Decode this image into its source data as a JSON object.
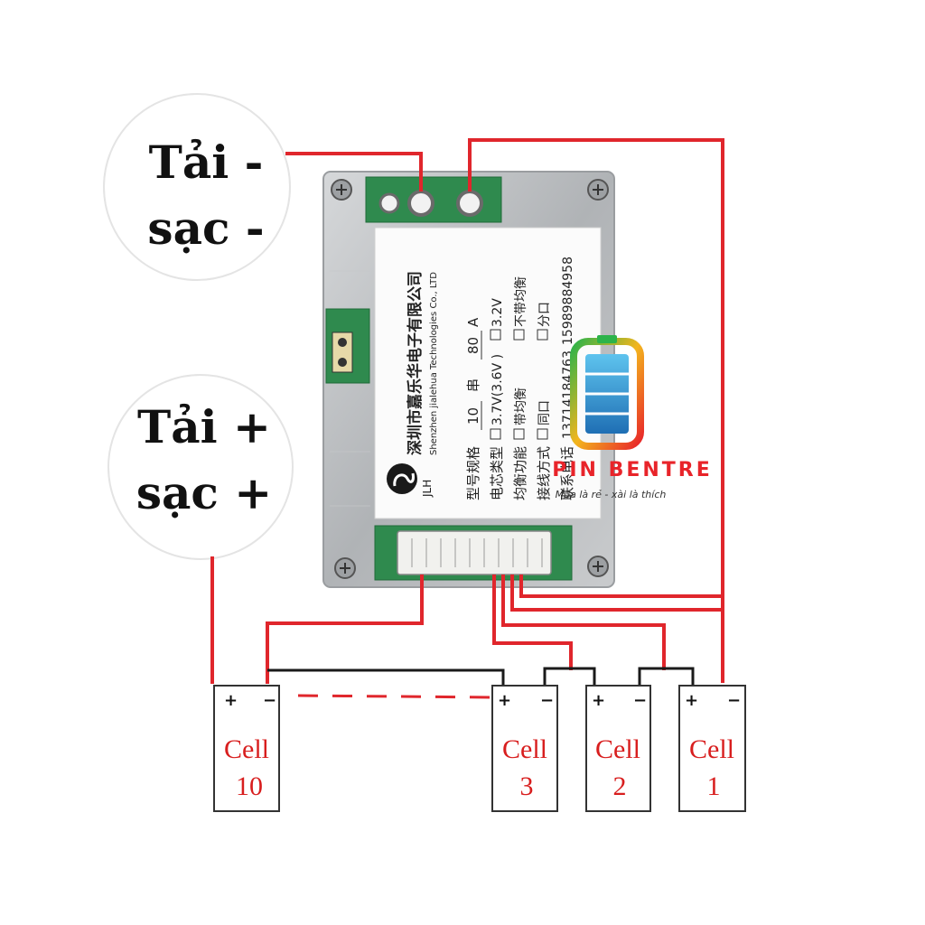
{
  "circles": {
    "negative": {
      "line1": "Tải -",
      "line2": "sạc -"
    },
    "positive": {
      "line1": "Tải +",
      "line2": "sạc +"
    }
  },
  "cells": [
    {
      "label": "Cell",
      "number": "10",
      "plus": "+",
      "minus": "−"
    },
    {
      "label": "Cell",
      "number": "3",
      "plus": "+",
      "minus": "−"
    },
    {
      "label": "Cell",
      "number": "2",
      "plus": "+",
      "minus": "−"
    },
    {
      "label": "Cell",
      "number": "1",
      "plus": "+",
      "minus": "−"
    }
  ],
  "bms_label": {
    "company_cn": "深圳市嘉乐华电子有限公司",
    "company_en": "Shenzhen jialehua Technologies Co., LTD",
    "model_key": "型号规格",
    "model_series": "10",
    "series_unit": "串",
    "model_current": "80",
    "current_unit": "A",
    "cell_type_key": "电芯类型",
    "cell_type_opt1": "3.7V(3.6V )",
    "cell_type_opt2": "3.2V",
    "balance_key": "均衡功能",
    "balance_opt1": "带均衡",
    "balance_opt2": "不带均衡",
    "port_key": "接线方式",
    "port_opt1": "同口",
    "port_opt2": "分口",
    "phone_key": "联系电话",
    "phone1": "13714184763",
    "phone2": "15989884958",
    "logo_text": "JLH"
  },
  "brand": {
    "name": "PIN BENTRE",
    "tagline": "Mua là rẻ - xài là thích"
  },
  "colors": {
    "wire_red": "#e0262c",
    "wire_black": "#1a1a1a",
    "cell_text": "#d81e1e",
    "brand_red": "#e8242a",
    "pcb_green": "#2f8a4e",
    "metal": "#b9bcbf"
  }
}
